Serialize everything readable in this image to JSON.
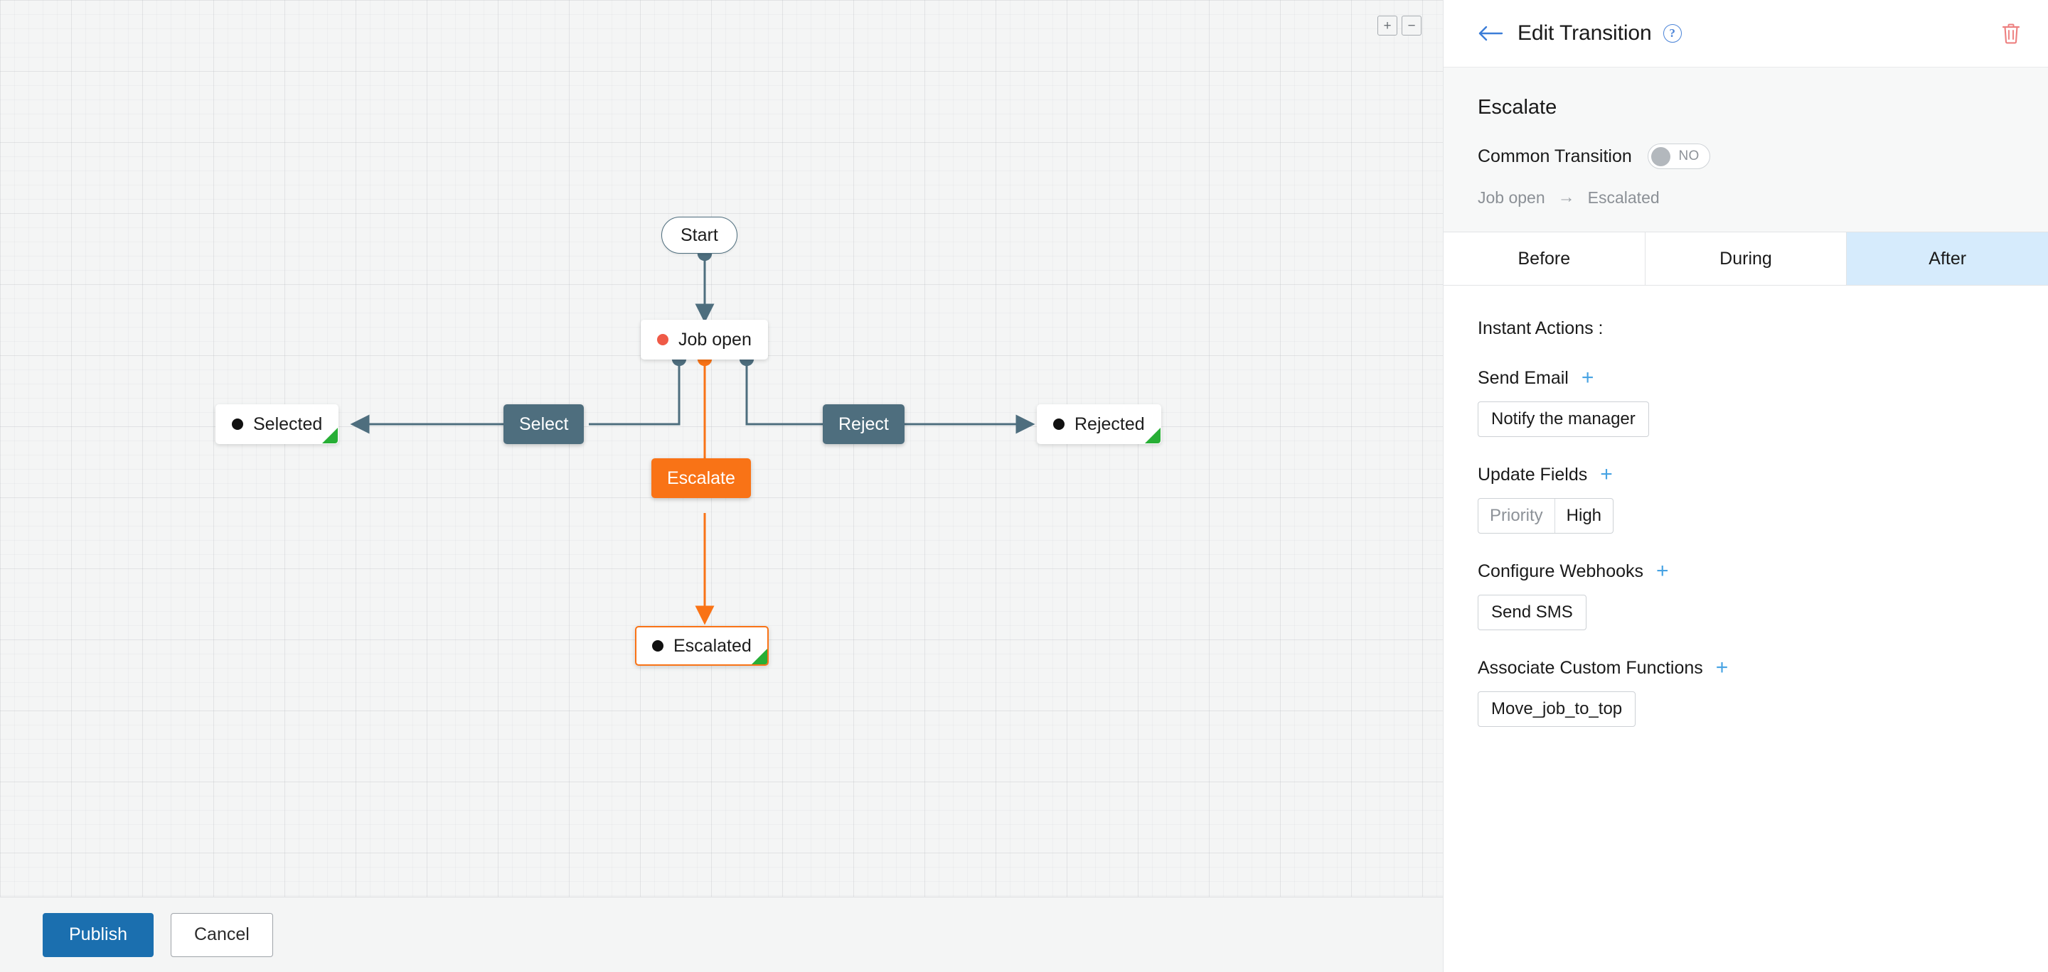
{
  "canvas": {
    "zoom_in_label": "+",
    "zoom_out_label": "−",
    "nodes": [
      {
        "id": "start",
        "label": "Start",
        "type": "start"
      },
      {
        "id": "job_open",
        "label": "Job open",
        "type": "state",
        "dot_color": "#ef5a47",
        "flag": false
      },
      {
        "id": "selected",
        "label": "Selected",
        "type": "state",
        "dot_color": "#111111",
        "flag": true
      },
      {
        "id": "rejected",
        "label": "Rejected",
        "type": "state",
        "dot_color": "#111111",
        "flag": true
      },
      {
        "id": "escalated",
        "label": "Escalated",
        "type": "state",
        "dot_color": "#111111",
        "flag": true,
        "selected": true
      },
      {
        "id": "select",
        "label": "Select",
        "type": "transition",
        "active": false
      },
      {
        "id": "reject",
        "label": "Reject",
        "type": "transition",
        "active": false
      },
      {
        "id": "escalate",
        "label": "Escalate",
        "type": "transition",
        "active": true
      }
    ],
    "edge_color": "#4e6e7e",
    "edge_active_color": "#f97316",
    "publish_label": "Publish",
    "cancel_label": "Cancel"
  },
  "panel": {
    "title": "Edit Transition",
    "back_icon": "back-arrow-icon",
    "help_icon": "?",
    "delete_icon": "trash-icon",
    "transition_name": "Escalate",
    "common_transition_label": "Common Transition",
    "common_transition_value": "NO",
    "flow_from": "Job open",
    "flow_arrow": "→",
    "flow_to": "Escalated",
    "tabs": [
      {
        "label": "Before",
        "active": false
      },
      {
        "label": "During",
        "active": false
      },
      {
        "label": "After",
        "active": true
      }
    ],
    "instant_actions_label": "Instant Actions :",
    "groups": [
      {
        "title": "Send Email",
        "add_label": "+",
        "items": [
          {
            "kind": "plain",
            "label": "Notify the manager"
          }
        ]
      },
      {
        "title": "Update Fields",
        "add_label": "+",
        "items": [
          {
            "kind": "kv",
            "key": "Priority",
            "value": "High"
          }
        ]
      },
      {
        "title": "Configure Webhooks",
        "add_label": "+",
        "items": [
          {
            "kind": "plain",
            "label": "Send SMS"
          }
        ]
      },
      {
        "title": "Associate Custom Functions",
        "add_label": "+",
        "items": [
          {
            "kind": "plain",
            "label": "Move_job_to_top"
          }
        ]
      }
    ]
  },
  "colors": {
    "accent_blue": "#1b6faf",
    "orange": "#f97316",
    "slate": "#4e6e7e",
    "tab_active_bg": "#d6ebfc",
    "green_flag": "#27ae35"
  }
}
